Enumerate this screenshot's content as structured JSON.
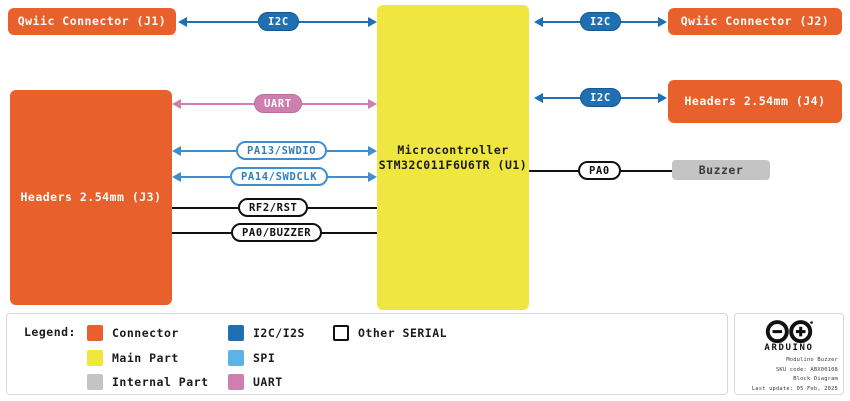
{
  "blocks": {
    "j1": {
      "label": "Qwiic Connector (J1)",
      "kind": "connector"
    },
    "j2": {
      "label": "Qwiic Connector (J2)",
      "kind": "connector"
    },
    "j3": {
      "label": "Headers 2.54mm (J3)",
      "kind": "connector"
    },
    "j4": {
      "label": "Headers 2.54mm (J4)",
      "kind": "connector"
    },
    "u1": {
      "label": "Microcontroller\nSTM32C011F6U6TR (U1)",
      "line1": "Microcontroller",
      "line2": "STM32C011F6U6TR (U1)",
      "kind": "main-part"
    },
    "buzzer": {
      "label": "Buzzer",
      "kind": "internal-part"
    }
  },
  "connections": [
    {
      "id": "j1-u1",
      "label": "I2C",
      "bus": "i2c",
      "from": "j1",
      "to": "u1",
      "arrows": "both"
    },
    {
      "id": "u1-j2",
      "label": "I2C",
      "bus": "i2c",
      "from": "u1",
      "to": "j2",
      "arrows": "both"
    },
    {
      "id": "u1-j4",
      "label": "I2C",
      "bus": "i2c",
      "from": "u1",
      "to": "j4",
      "arrows": "both"
    },
    {
      "id": "j3-uart",
      "label": "UART",
      "bus": "uart",
      "from": "j3",
      "to": "u1",
      "arrows": "both"
    },
    {
      "id": "j3-swdio",
      "label": "PA13/SWDIO",
      "bus": "spi",
      "from": "j3",
      "to": "u1",
      "arrows": "both"
    },
    {
      "id": "j3-swdclk",
      "label": "PA14/SWDCLK",
      "bus": "spi",
      "from": "j3",
      "to": "u1",
      "arrows": "both"
    },
    {
      "id": "j3-rst",
      "label": "RF2/RST",
      "bus": "serial",
      "from": "j3",
      "to": "u1",
      "arrows": "none"
    },
    {
      "id": "j3-buzzer",
      "label": "PA0/BUZZER",
      "bus": "serial",
      "from": "j3",
      "to": "u1",
      "arrows": "none"
    },
    {
      "id": "u1-buzzer",
      "label": "PA0",
      "bus": "serial",
      "from": "u1",
      "to": "buzzer",
      "arrows": "none"
    }
  ],
  "legend": {
    "title": "Legend:",
    "items": [
      {
        "label": "Connector",
        "color": "#e8602c",
        "style": "fill"
      },
      {
        "label": "Main Part",
        "color": "#efe63f",
        "style": "fill"
      },
      {
        "label": "Internal Part",
        "color": "#c4c4c4",
        "style": "fill"
      },
      {
        "label": "I2C/I2S",
        "color": "#1f6fb2",
        "style": "fill"
      },
      {
        "label": "SPI",
        "color": "#5bb4e5",
        "style": "fill"
      },
      {
        "label": "UART",
        "color": "#cf7fae",
        "style": "fill"
      },
      {
        "label": "Other SERIAL",
        "color": "#111111",
        "style": "outline"
      }
    ]
  },
  "info": {
    "brand": "ARDUINO",
    "product": "Modulino Buzzer",
    "sku": "SKU code: ABX00108",
    "doc_type": "Block Diagram",
    "updated": "Last update: 05 Feb, 2025"
  }
}
